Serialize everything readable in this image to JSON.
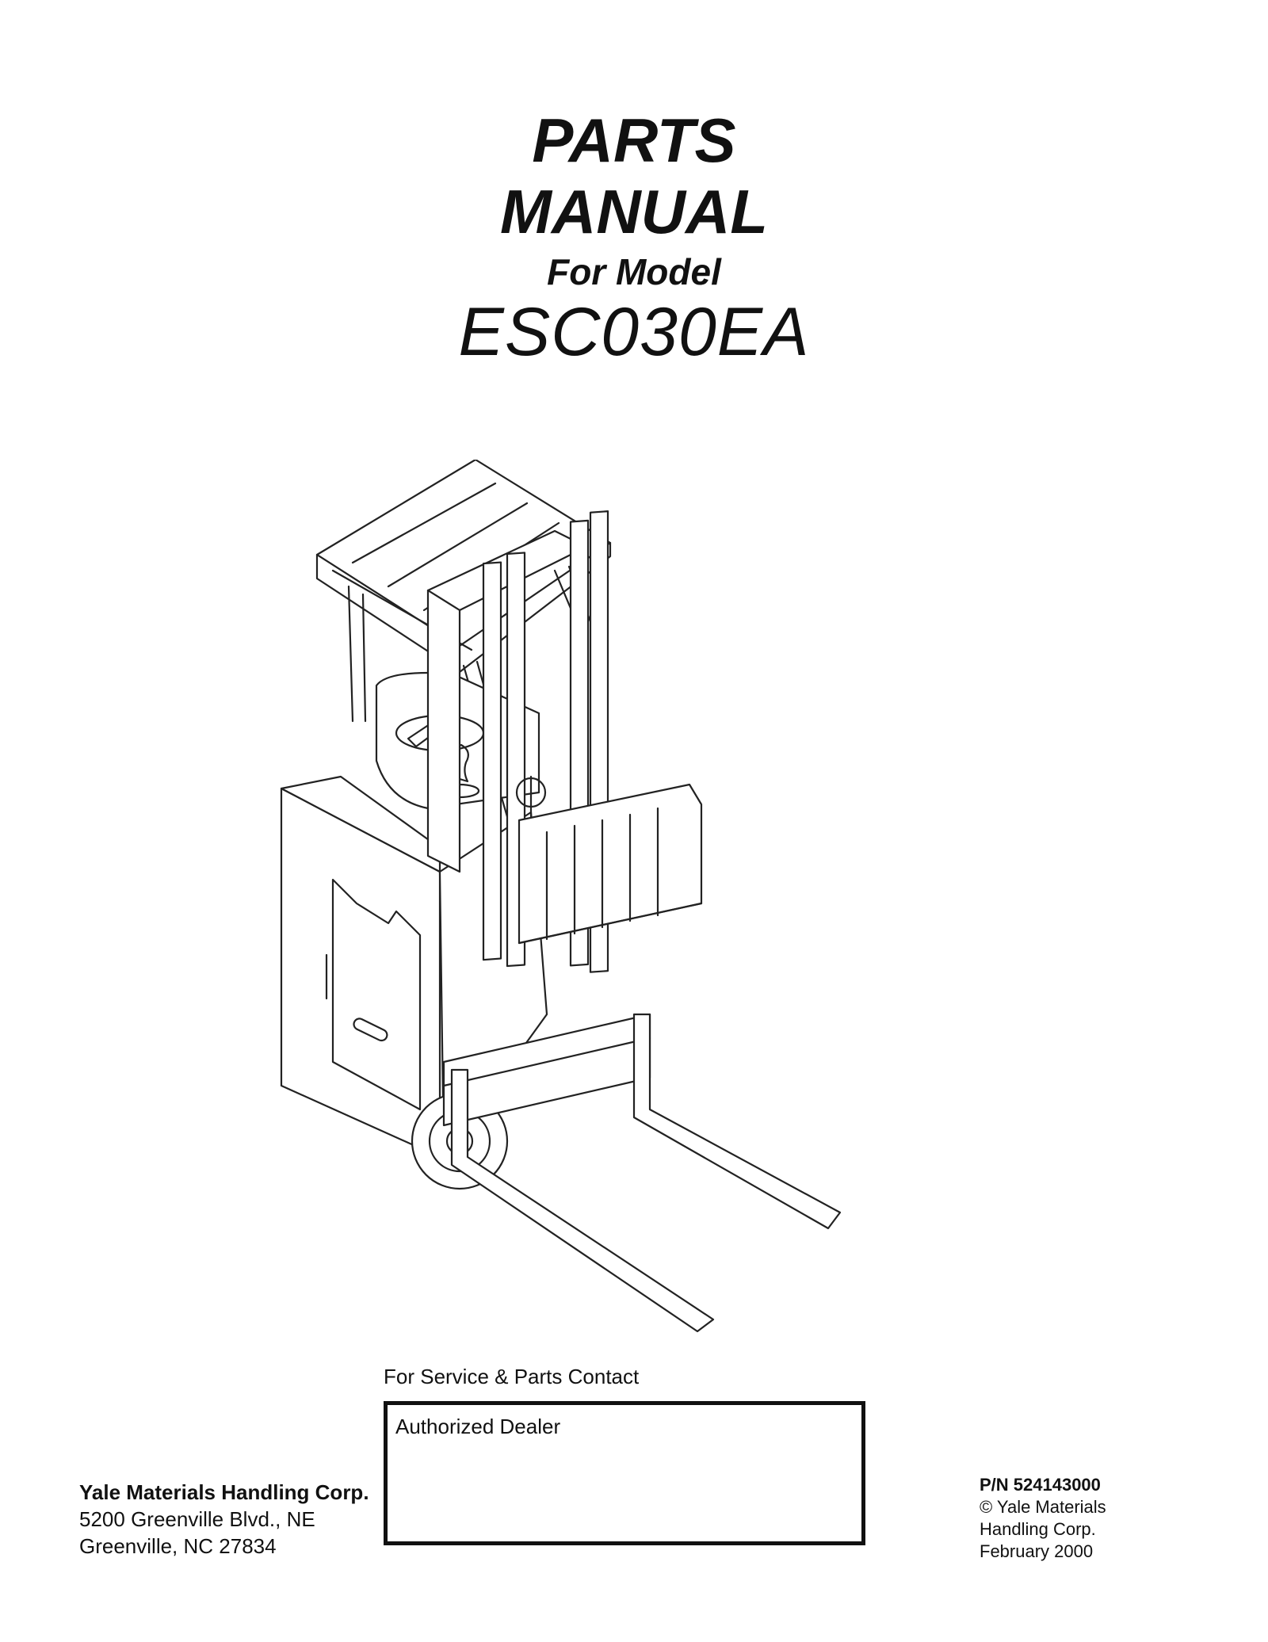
{
  "title": {
    "line1": "PARTS",
    "line2": "MANUAL",
    "line3": "For Model",
    "model": "ESC030EA"
  },
  "illustration": {
    "icon": "forklift-illustration"
  },
  "contact": {
    "label": "For Service & Parts Contact",
    "dealer_label": "Authorized Dealer"
  },
  "company": {
    "name": "Yale Materials Handling Corp.",
    "address1": "5200 Greenville Blvd., NE",
    "address2": "Greenville, NC 27834"
  },
  "publication": {
    "part_number": "P/N 524143000",
    "copyright1": "© Yale Materials",
    "copyright2": "Handling Corp.",
    "date": "February 2000"
  }
}
